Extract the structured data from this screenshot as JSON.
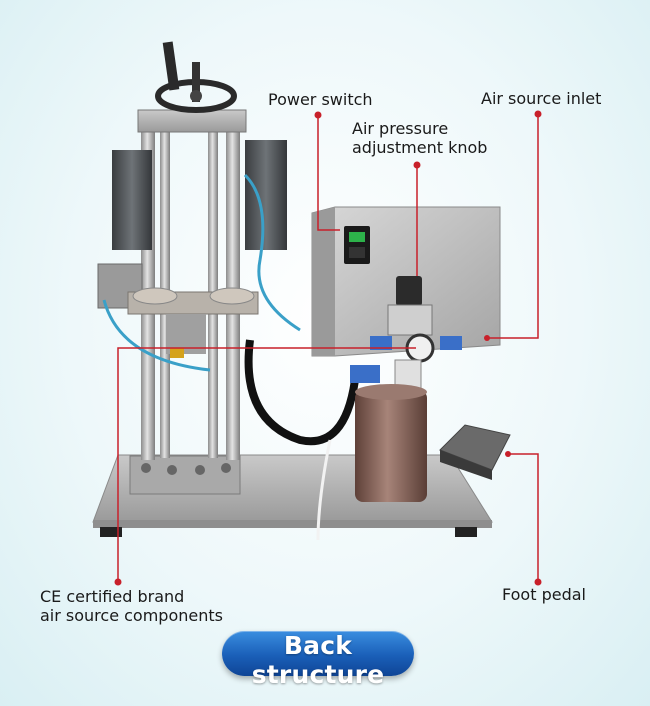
{
  "labels": {
    "power_switch": "Power switch",
    "air_source_inlet": "Air source inlet",
    "knob_line1": "Air pressure",
    "knob_line2": "adjustment knob",
    "ce_line1": "CE certified brand",
    "ce_line2": "air source components",
    "foot_pedal": "Foot pedal"
  },
  "button": {
    "label": "Back structure"
  },
  "colors": {
    "callout_line": "#c8202a",
    "button_blue": "#1a5fb8",
    "steel": "#b8b8b8",
    "bronze": "#8a6a5e"
  }
}
